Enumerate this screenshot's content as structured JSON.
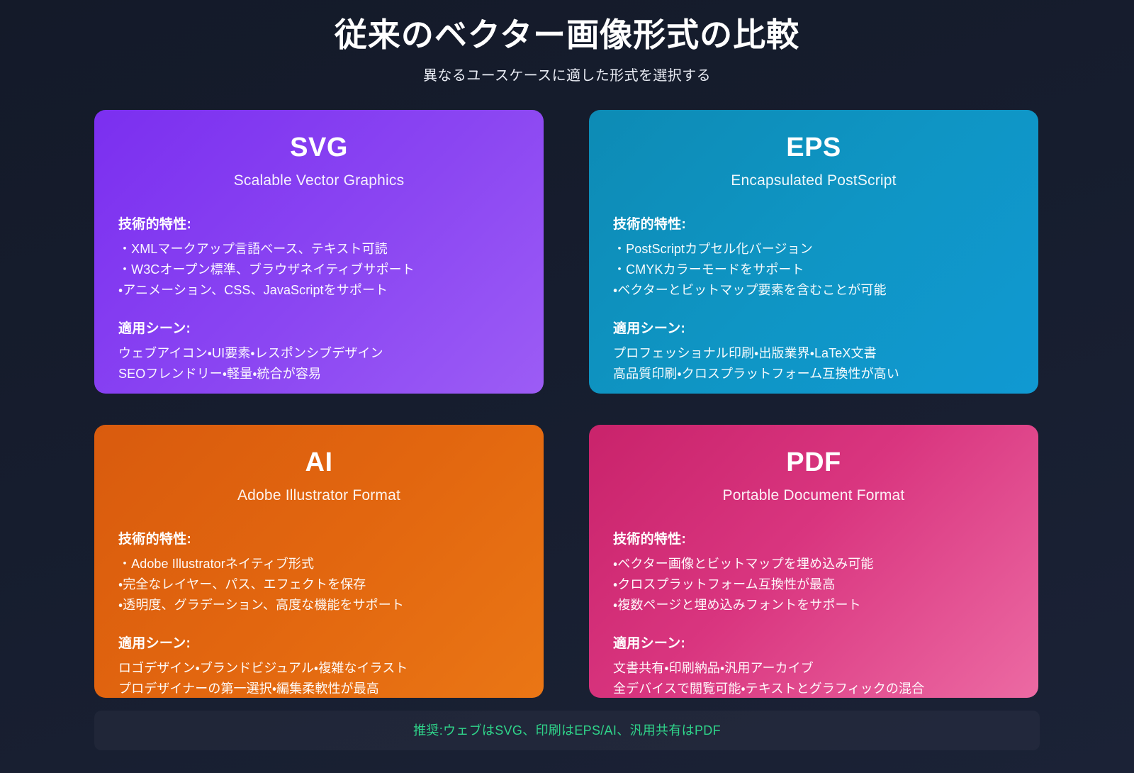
{
  "header": {
    "title": "従来のベクター画像形式の比較",
    "subtitle": "異なるユースケースに適した形式を選択する"
  },
  "labels": {
    "features": "技術的特性:",
    "usecases": "適用シーン:"
  },
  "colors": {
    "background": "#151b2a",
    "svg_accent": "#8b46f2",
    "eps_accent": "#0f95c4",
    "ai_accent": "#e2660f",
    "pdf_accent": "#d9357f",
    "footer_text": "#2fd48a"
  },
  "cards": [
    {
      "code": "SVG",
      "fullname": "Scalable Vector Graphics",
      "features": [
        "・XMLマークアップ言語ベース、テキスト可読",
        "・W3Cオープン標準、ブラウザネイティブサポート",
        "・アニメーション、CSS、JavaScriptをサポート"
      ],
      "usecases": [
        "ウェブアイコン・UI要素・レスポンシブデザイン",
        "SEOフレンドリー・軽量・統合が容易"
      ]
    },
    {
      "code": "EPS",
      "fullname": "Encapsulated PostScript",
      "features": [
        "・PostScriptカプセル化バージョン",
        "・CMYKカラーモードをサポート",
        "・ベクターとビットマップ要素を含むことが可能"
      ],
      "usecases": [
        "プロフェッショナル印刷・出版業界・LaTeX文書",
        "高品質印刷・クロスプラットフォーム互換性が高い"
      ]
    },
    {
      "code": "AI",
      "fullname": "Adobe Illustrator Format",
      "features": [
        "・Adobe Illustratorネイティブ形式",
        "・完全なレイヤー、パス、エフェクトを保存",
        "・透明度、グラデーション、高度な機能をサポート"
      ],
      "usecases": [
        "ロゴデザイン・ブランドビジュアル・複雑なイラスト",
        "プロデザイナーの第一選択・編集柔軟性が最高"
      ]
    },
    {
      "code": "PDF",
      "fullname": "Portable Document Format",
      "features": [
        "・ベクター画像とビットマップを埋め込み可能",
        "・クロスプラットフォーム互換性が最高",
        "・複数ページと埋め込みフォントをサポート"
      ],
      "usecases": [
        "文書共有・印刷納品・汎用アーカイブ",
        "全デバイスで閲覧可能・テキストとグラフィックの混合"
      ]
    }
  ],
  "footer": {
    "note": "推奨:ウェブはSVG、印刷はEPS/AI、汎用共有はPDF"
  }
}
